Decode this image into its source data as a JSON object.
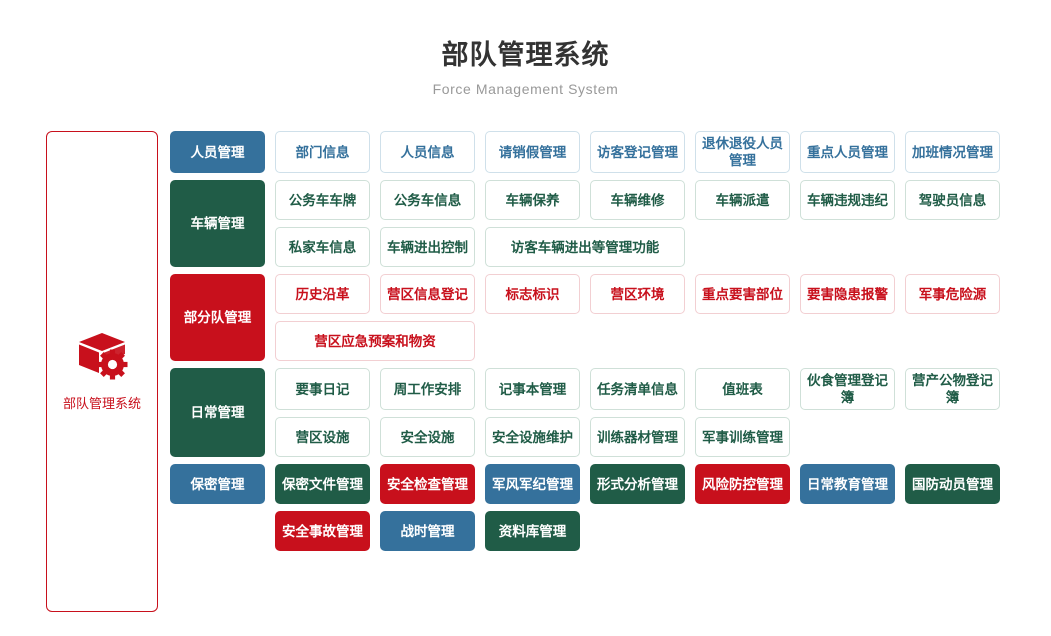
{
  "header": {
    "title": "部队管理系统",
    "subtitle": "Force Management System"
  },
  "sidebar": {
    "label": "部队管理系统",
    "icon": "box-gear-icon",
    "color": "#c8101c"
  },
  "colors": {
    "blue": "#35719c",
    "green": "#205c47",
    "red": "#c8101c"
  },
  "rows": [
    {
      "category": "人员管理",
      "category_color": "blue",
      "lines": [
        [
          {
            "label": "部门信息",
            "style": "o-blue"
          },
          {
            "label": "人员信息",
            "style": "o-blue"
          },
          {
            "label": "请销假管理",
            "style": "o-blue"
          },
          {
            "label": "访客登记管理",
            "style": "o-blue"
          },
          {
            "label": "退休退役人员管理",
            "style": "o-blue"
          },
          {
            "label": "重点人员管理",
            "style": "o-blue"
          },
          {
            "label": "加班情况管理",
            "style": "o-blue"
          }
        ]
      ]
    },
    {
      "category": "车辆管理",
      "category_color": "green",
      "lines": [
        [
          {
            "label": "公务车车牌",
            "style": "o-green"
          },
          {
            "label": "公务车信息",
            "style": "o-green"
          },
          {
            "label": "车辆保养",
            "style": "o-green"
          },
          {
            "label": "车辆维修",
            "style": "o-green"
          },
          {
            "label": "车辆派遣",
            "style": "o-green"
          },
          {
            "label": "车辆违规违纪",
            "style": "o-green"
          },
          {
            "label": "驾驶员信息",
            "style": "o-green"
          }
        ],
        [
          {
            "label": "私家车信息",
            "style": "o-green"
          },
          {
            "label": "车辆进出控制",
            "style": "o-green"
          },
          {
            "label": "访客车辆进出等管理功能",
            "style": "o-green",
            "wide": true
          }
        ]
      ]
    },
    {
      "category": "部分队管理",
      "category_color": "red",
      "lines": [
        [
          {
            "label": "历史沿革",
            "style": "o-red"
          },
          {
            "label": "营区信息登记",
            "style": "o-red"
          },
          {
            "label": "标志标识",
            "style": "o-red"
          },
          {
            "label": "营区环境",
            "style": "o-red"
          },
          {
            "label": "重点要害部位",
            "style": "o-red"
          },
          {
            "label": "要害隐患报警",
            "style": "o-red"
          },
          {
            "label": "军事危险源",
            "style": "o-red"
          }
        ],
        [
          {
            "label": "营区应急预案和物资",
            "style": "o-red",
            "wide": true
          }
        ]
      ]
    },
    {
      "category": "日常管理",
      "category_color": "green",
      "lines": [
        [
          {
            "label": "要事日记",
            "style": "o-green"
          },
          {
            "label": "周工作安排",
            "style": "o-green"
          },
          {
            "label": "记事本管理",
            "style": "o-green"
          },
          {
            "label": "任务清单信息",
            "style": "o-green"
          },
          {
            "label": "值班表",
            "style": "o-green"
          },
          {
            "label": "伙食管理登记簿",
            "style": "o-green"
          },
          {
            "label": "营产公物登记簿",
            "style": "o-green"
          }
        ],
        [
          {
            "label": "营区设施",
            "style": "o-green"
          },
          {
            "label": "安全设施",
            "style": "o-green"
          },
          {
            "label": "安全设施维护",
            "style": "o-green"
          },
          {
            "label": "训练器材管理",
            "style": "o-green"
          },
          {
            "label": "军事训练管理",
            "style": "o-green"
          }
        ]
      ]
    },
    {
      "category": "保密管理",
      "category_color": "blue",
      "lines": [
        [
          {
            "label": "保密文件管理",
            "style": "f-green"
          },
          {
            "label": "安全检查管理",
            "style": "f-red"
          },
          {
            "label": "军风军纪管理",
            "style": "f-blue"
          },
          {
            "label": "形式分析管理",
            "style": "f-green"
          },
          {
            "label": "风险防控管理",
            "style": "f-red"
          },
          {
            "label": "日常教育管理",
            "style": "f-blue"
          },
          {
            "label": "国防动员管理",
            "style": "f-green"
          }
        ]
      ]
    },
    {
      "category": null,
      "category_color": null,
      "lines": [
        [
          {
            "label": "安全事故管理",
            "style": "f-red"
          },
          {
            "label": "战时管理",
            "style": "f-blue"
          },
          {
            "label": "资料库管理",
            "style": "f-green"
          }
        ]
      ]
    }
  ]
}
